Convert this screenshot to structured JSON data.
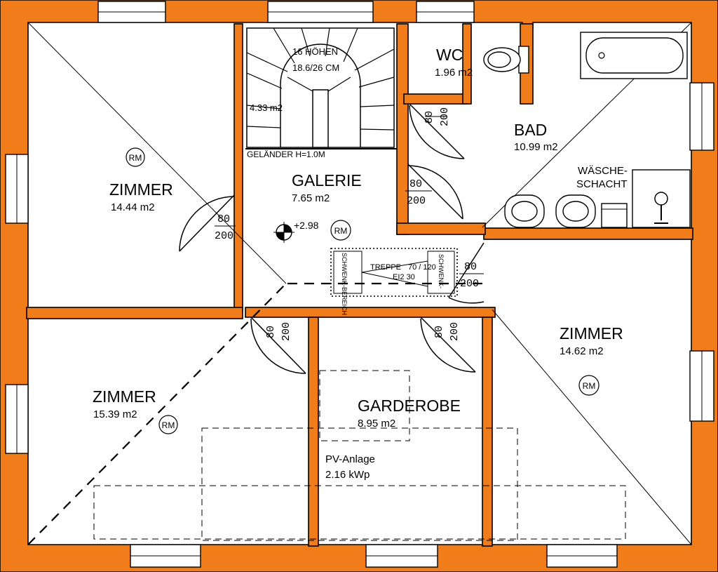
{
  "colors": {
    "wall": "#f07d1a",
    "line": "#000000",
    "floor": "#ffffff"
  },
  "rooms": {
    "zimmer_nw": {
      "name": "ZIMMER",
      "area": "14.44 m2",
      "tag": "RM"
    },
    "zimmer_sw": {
      "name": "ZIMMER",
      "area": "15.39 m2",
      "tag": "RM"
    },
    "zimmer_e": {
      "name": "ZIMMER",
      "area": "14.62 m2",
      "tag": "RM"
    },
    "galerie": {
      "name": "GALERIE",
      "area": "7.65 m2",
      "tag": "RM",
      "level": "+2.98"
    },
    "garderobe": {
      "name": "GARDEROBE",
      "area": "8.95 m2"
    },
    "wc": {
      "name": "WC",
      "area": "1.96 m2"
    },
    "bad": {
      "name": "BAD",
      "area": "10.99 m2"
    },
    "stair": {
      "steps": "16 HÖHEN",
      "ratio": "18.6/26 CM",
      "area": "4.33 m2",
      "railing": "GELÄNDER H=1.0M"
    }
  },
  "laundry_chute": {
    "line1": "WÄSCHE-",
    "line2": "SCHACHT"
  },
  "attic_hatch": {
    "left": "SCHWENK-BEREICH",
    "right": "SCHWENK-",
    "label": "TREPPE",
    "size": "70 / 120",
    "fire": "EI2 30"
  },
  "pv": {
    "line1": "PV-Anlage",
    "line2": "2.16 kWp"
  },
  "door_dims": {
    "width": "80",
    "height": "200"
  },
  "icons": [
    "window-symbol",
    "door-swing",
    "bathtub",
    "toilet",
    "washbasin",
    "level-marker"
  ]
}
